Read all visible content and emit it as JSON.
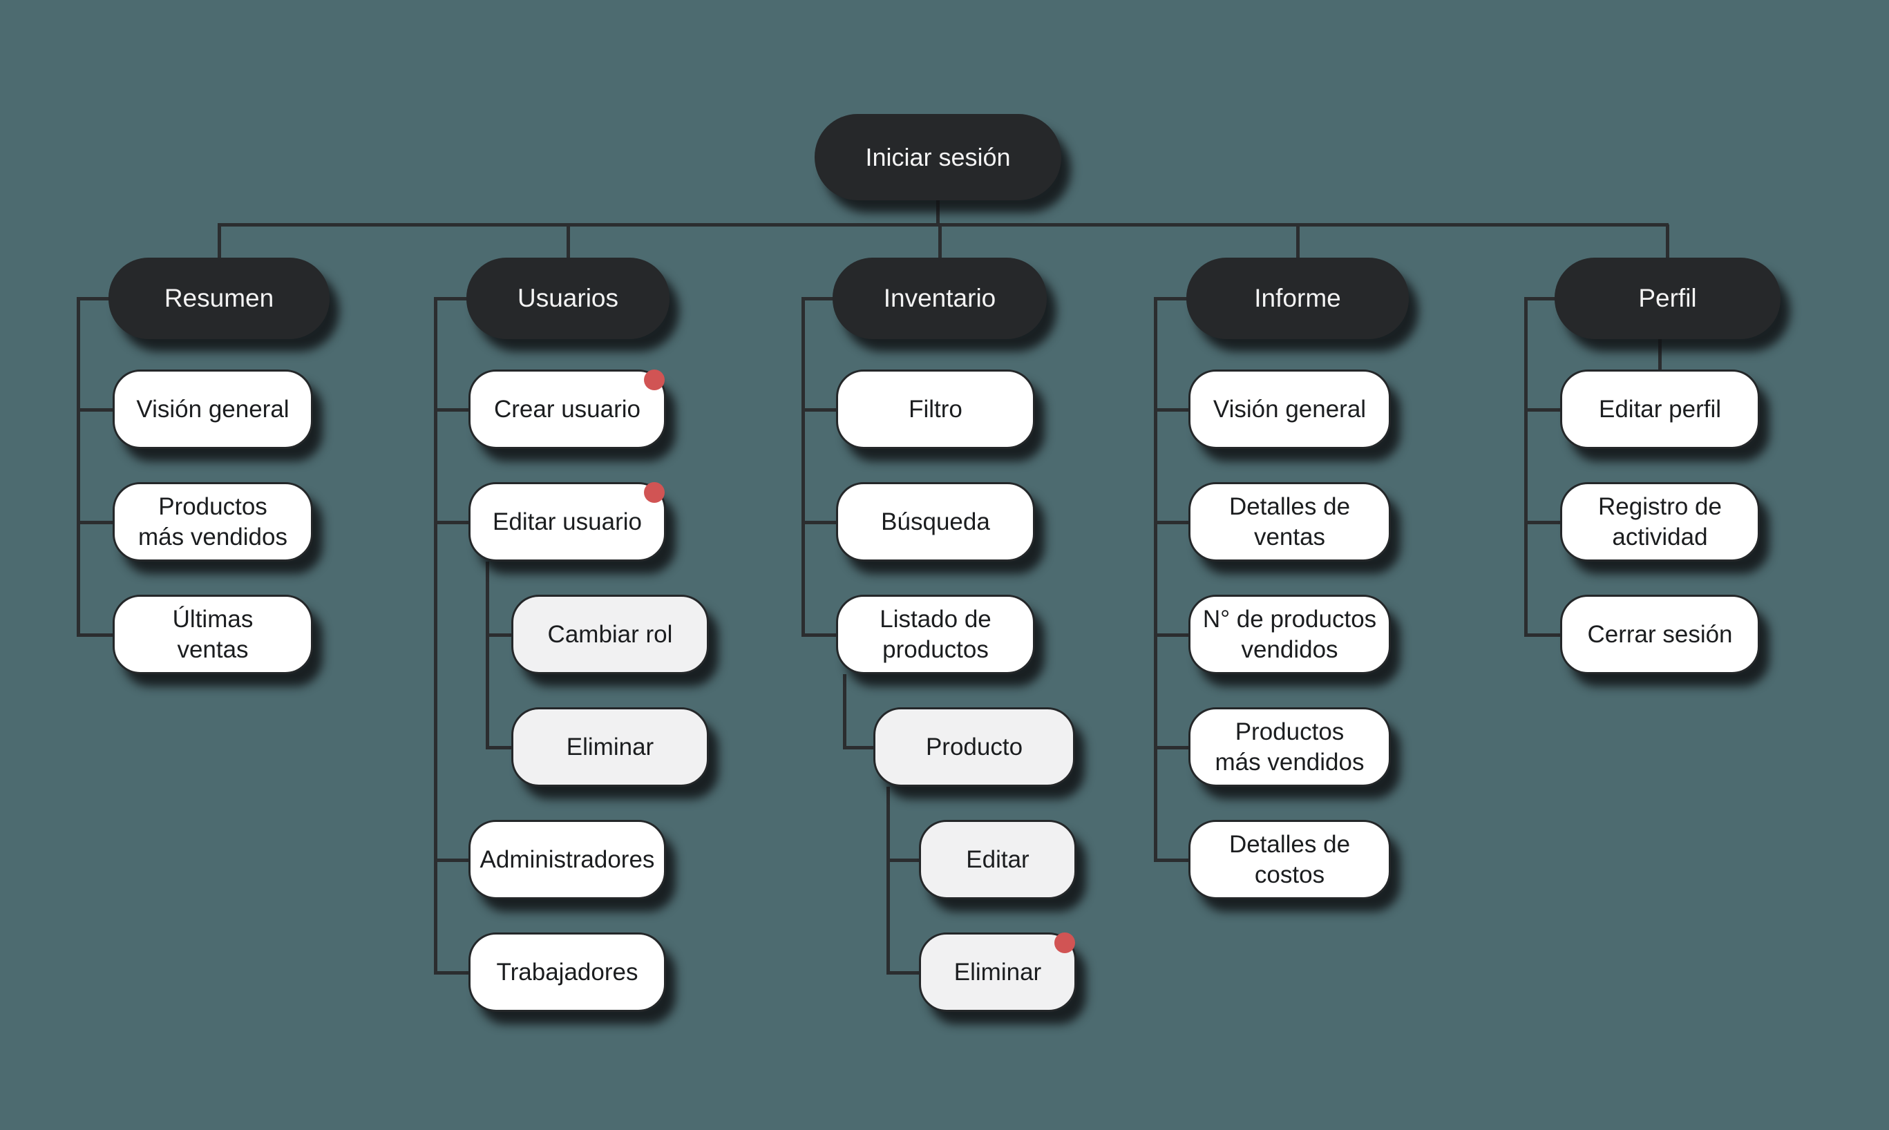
{
  "colors": {
    "background": "#4d6b70",
    "node_dark": "#26282a",
    "node_light": "#ffffff",
    "node_sublight": "#f1f1f2",
    "text_on_dark": "#f4f4f4",
    "text_on_light": "#1b1d1f",
    "connector": "#2b2d2f",
    "badge": "#d15454"
  },
  "diagram": {
    "root": {
      "label": "Iniciar sesión",
      "lines": [
        "Iniciar sesión"
      ]
    },
    "sections": [
      {
        "label": "Resumen",
        "lines": [
          "Resumen"
        ],
        "children": [
          {
            "label": "Visión general",
            "lines": [
              "Visión general"
            ]
          },
          {
            "label": "Productos más vendidos",
            "lines": [
              "Productos",
              "más vendidos"
            ]
          },
          {
            "label": "Últimas ventas",
            "lines": [
              "Últimas",
              "ventas"
            ]
          }
        ]
      },
      {
        "label": "Usuarios",
        "lines": [
          "Usuarios"
        ],
        "children": [
          {
            "label": "Crear usuario",
            "lines": [
              "Crear usuario"
            ],
            "badge": true
          },
          {
            "label": "Editar usuario",
            "lines": [
              "Editar usuario"
            ],
            "badge": true,
            "children": [
              {
                "label": "Cambiar rol",
                "lines": [
                  "Cambiar rol"
                ]
              },
              {
                "label": "Eliminar",
                "lines": [
                  "Eliminar"
                ]
              }
            ]
          },
          {
            "label": "Administradores",
            "lines": [
              "Administradores"
            ]
          },
          {
            "label": "Trabajadores",
            "lines": [
              "Trabajadores"
            ]
          }
        ]
      },
      {
        "label": "Inventario",
        "lines": [
          "Inventario"
        ],
        "children": [
          {
            "label": "Filtro",
            "lines": [
              "Filtro"
            ]
          },
          {
            "label": "Búsqueda",
            "lines": [
              "Búsqueda"
            ]
          },
          {
            "label": "Listado de productos",
            "lines": [
              "Listado de",
              "productos"
            ],
            "children": [
              {
                "label": "Producto",
                "lines": [
                  "Producto"
                ],
                "children": [
                  {
                    "label": "Editar",
                    "lines": [
                      "Editar"
                    ]
                  },
                  {
                    "label": "Eliminar",
                    "lines": [
                      "Eliminar"
                    ],
                    "badge": true
                  }
                ]
              }
            ]
          }
        ]
      },
      {
        "label": "Informe",
        "lines": [
          "Informe"
        ],
        "children": [
          {
            "label": "Visión general",
            "lines": [
              "Visión general"
            ]
          },
          {
            "label": "Detalles de ventas",
            "lines": [
              "Detalles de",
              "ventas"
            ]
          },
          {
            "label": "N° de productos vendidos",
            "lines": [
              "N° de productos",
              "vendidos"
            ]
          },
          {
            "label": "Productos más vendidos",
            "lines": [
              "Productos",
              "más vendidos"
            ]
          },
          {
            "label": "Detalles de costos",
            "lines": [
              "Detalles de",
              "costos"
            ]
          }
        ]
      },
      {
        "label": "Perfil",
        "lines": [
          "Perfil"
        ],
        "children": [
          {
            "label": "Editar perfil",
            "lines": [
              "Editar perfil"
            ]
          },
          {
            "label": "Registro de actividad",
            "lines": [
              "Registro de",
              "actividad"
            ]
          },
          {
            "label": "Cerrar sesión",
            "lines": [
              "Cerrar sesión"
            ]
          }
        ]
      }
    ]
  }
}
